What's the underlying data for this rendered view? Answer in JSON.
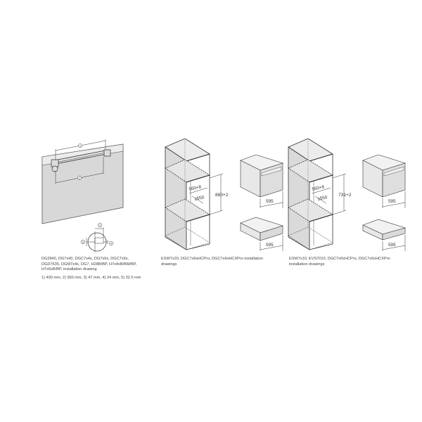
{
  "drawings": [
    {
      "id": "oven-front",
      "callouts": [
        "1",
        "2",
        "3",
        "4",
        "5"
      ],
      "caption": {
        "lines": [
          "DG2840, DG7x40, DGC7x4x, DG7x6x, DGC7x6x,",
          "DGD7635, DGM7x4x, DG7, H28B/BP, H7x4xB/BM/BP,",
          "H7x6xB/BP, installation drawing"
        ],
        "dimensions": "1) 400 mm, 2) 360 mm, 3) 47 mm, 4) 24 mm, 5) 32.5 mm"
      }
    },
    {
      "id": "tall-cabinet-880",
      "dimensions": {
        "niche_width": "560+8",
        "niche_depth": "≥550",
        "niche_height": "880+2",
        "appliance_width_top": "595",
        "appliance_width_bottom": "595"
      },
      "caption": {
        "lines": [
          "ESW7x20, DGC7x6xHCPro, DGC7x6xHCXPro installation",
          "drawings"
        ]
      }
    },
    {
      "id": "tall-cabinet-731",
      "dimensions": {
        "niche_width": "560+8",
        "niche_depth": "≥550",
        "niche_height": "731+2",
        "appliance_width_top": "595",
        "appliance_width_bottom": "595"
      },
      "caption": {
        "lines": [
          "ESW7x10, EVS7010, DGC7x6xHCPro, DGC7x6xHCXPro",
          "installation drawings"
        ]
      }
    }
  ],
  "colors": {
    "line": "#333333",
    "fill_light": "#eeeeee",
    "fill_mid": "#dcdcdc",
    "fill_dark": "#cfcfcf"
  }
}
